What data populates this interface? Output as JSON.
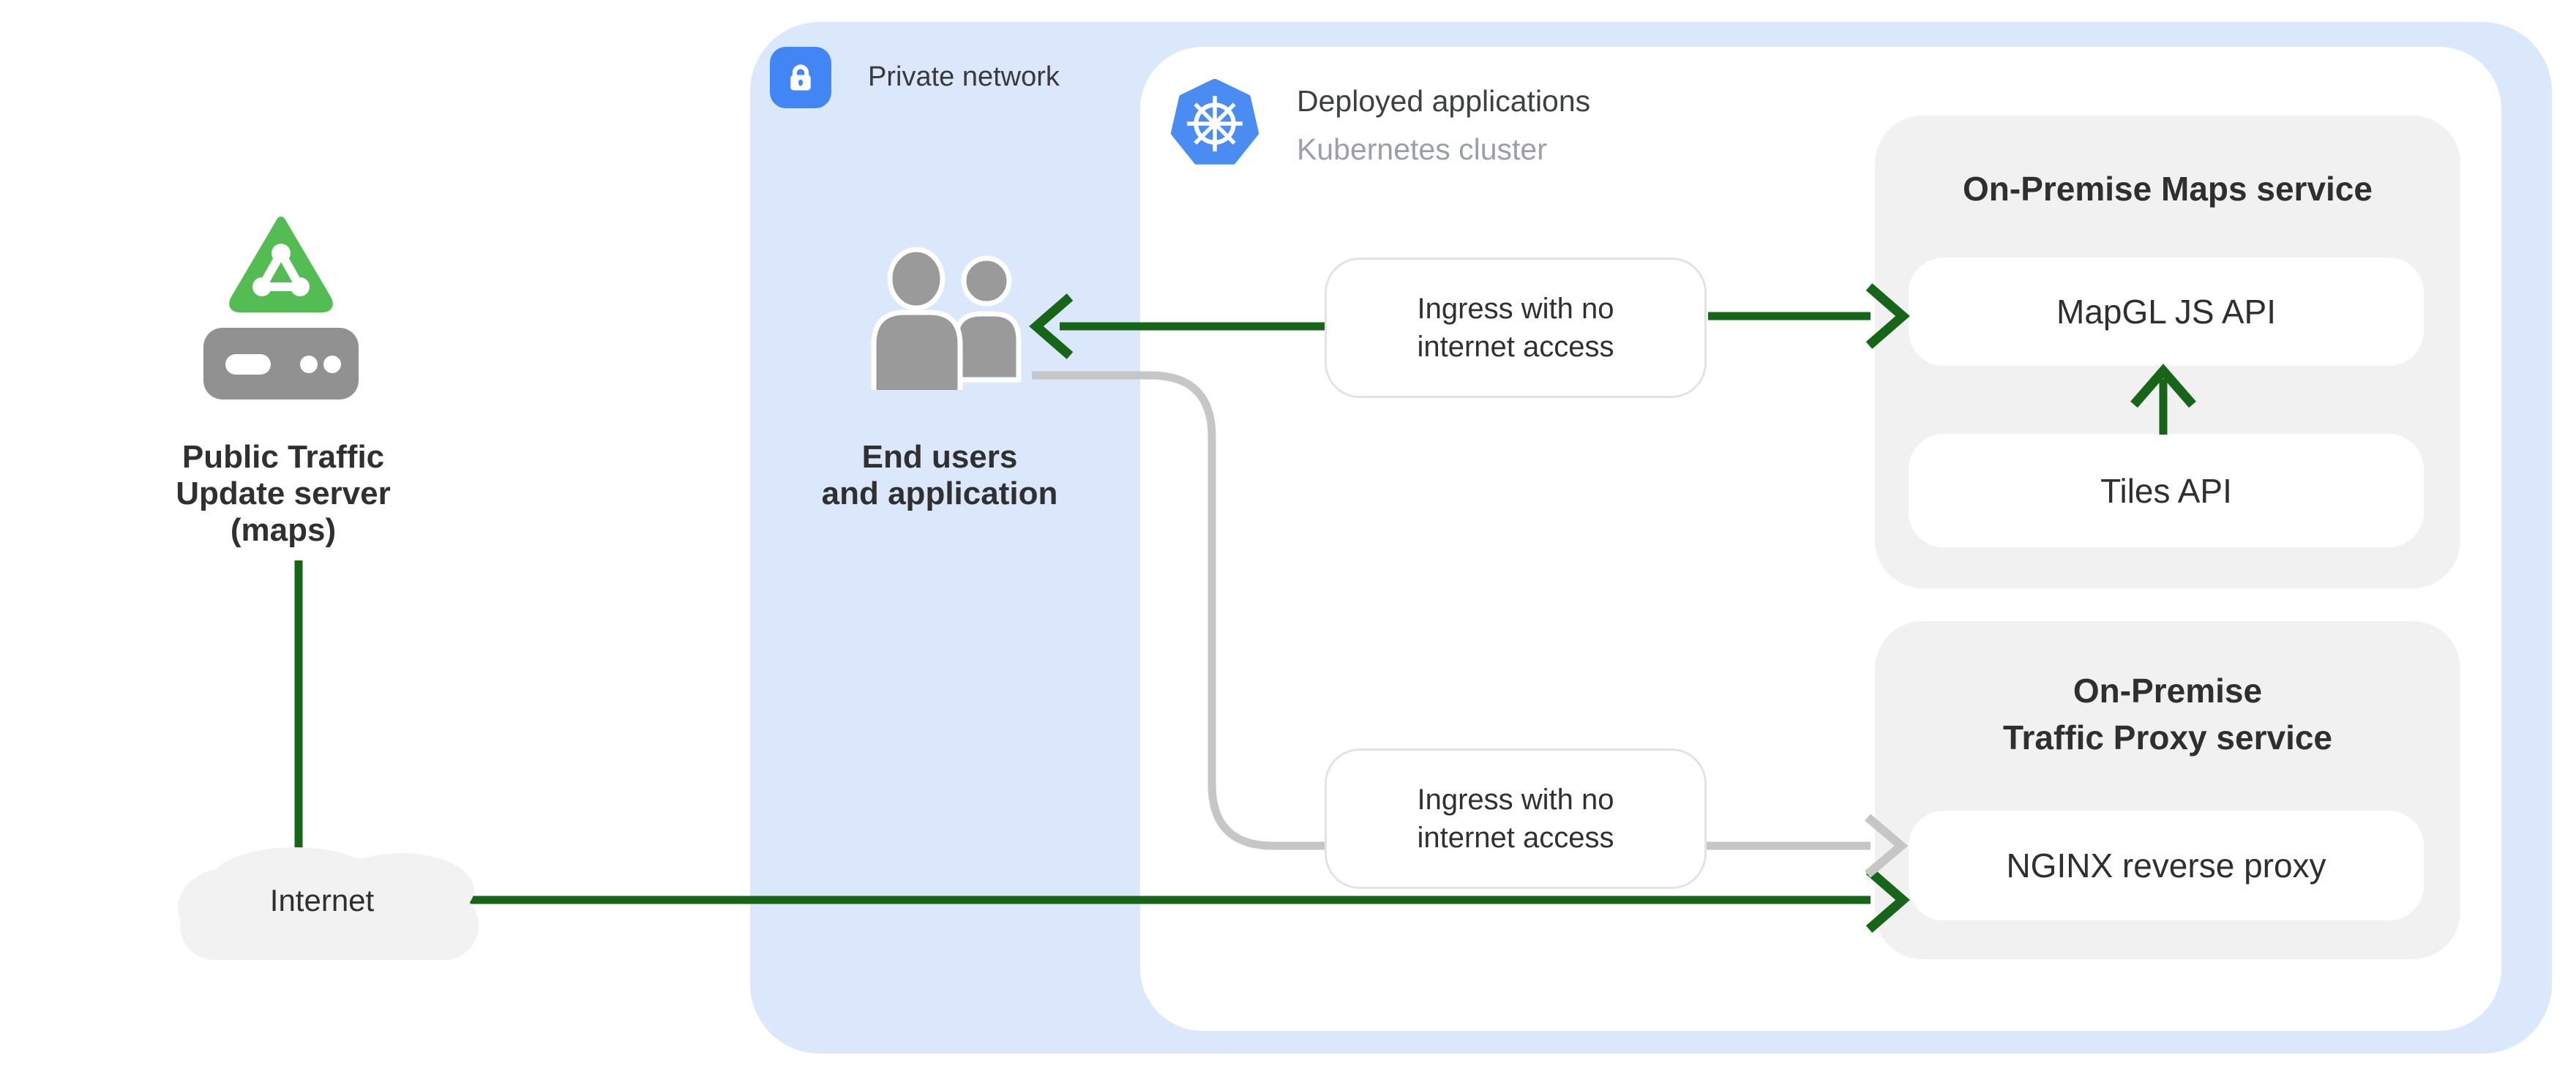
{
  "diagram": {
    "public_server": {
      "lines": [
        "Public Traffic",
        "Update server",
        "(maps)"
      ]
    },
    "internet": {
      "label": "Internet"
    },
    "private_network": {
      "label": "Private network"
    },
    "kubernetes_cluster": {
      "title": "Deployed applications",
      "subtitle": "Kubernetes cluster"
    },
    "end_users": {
      "lines": [
        "End users",
        "and application"
      ]
    },
    "ingress_top": {
      "lines": [
        "Ingress with no",
        "internet access"
      ]
    },
    "ingress_bottom": {
      "lines": [
        "Ingress with no",
        "internet access"
      ]
    },
    "maps_service": {
      "title": "On-Premise Maps service",
      "mapgl": "MapGL JS API",
      "tiles": "Tiles API"
    },
    "traffic_service": {
      "title_lines": [
        "On-Premise",
        "Traffic Proxy service"
      ],
      "nginx": "NGINX reverse proxy"
    },
    "edges": [
      {
        "from": "ingress-top",
        "to": "end-users",
        "style": "green-arrow"
      },
      {
        "from": "ingress-top",
        "to": "mapgl-js-api",
        "style": "green-arrow"
      },
      {
        "from": "tiles-api",
        "to": "mapgl-js-api",
        "style": "green-arrow"
      },
      {
        "from": "public-traffic-update-server",
        "to": "internet",
        "style": "green-line"
      },
      {
        "from": "internet",
        "to": "nginx-reverse-proxy",
        "style": "green-arrow"
      },
      {
        "from": "end-users",
        "to": "ingress-bottom",
        "style": "gray-line"
      },
      {
        "from": "ingress-bottom",
        "to": "nginx-reverse-proxy",
        "style": "gray-arrow"
      }
    ],
    "colors": {
      "arrow_green": "#166519",
      "line_gray": "#c6c6c6",
      "private_network_blue": "#dbe7fb",
      "lock_blue": "#4285f4",
      "kubernetes_blue": "#4a8cf2",
      "badge_green": "#53bd53",
      "icon_gray": "#9a9a9a",
      "panel_gray": "#f1f1f1"
    }
  }
}
